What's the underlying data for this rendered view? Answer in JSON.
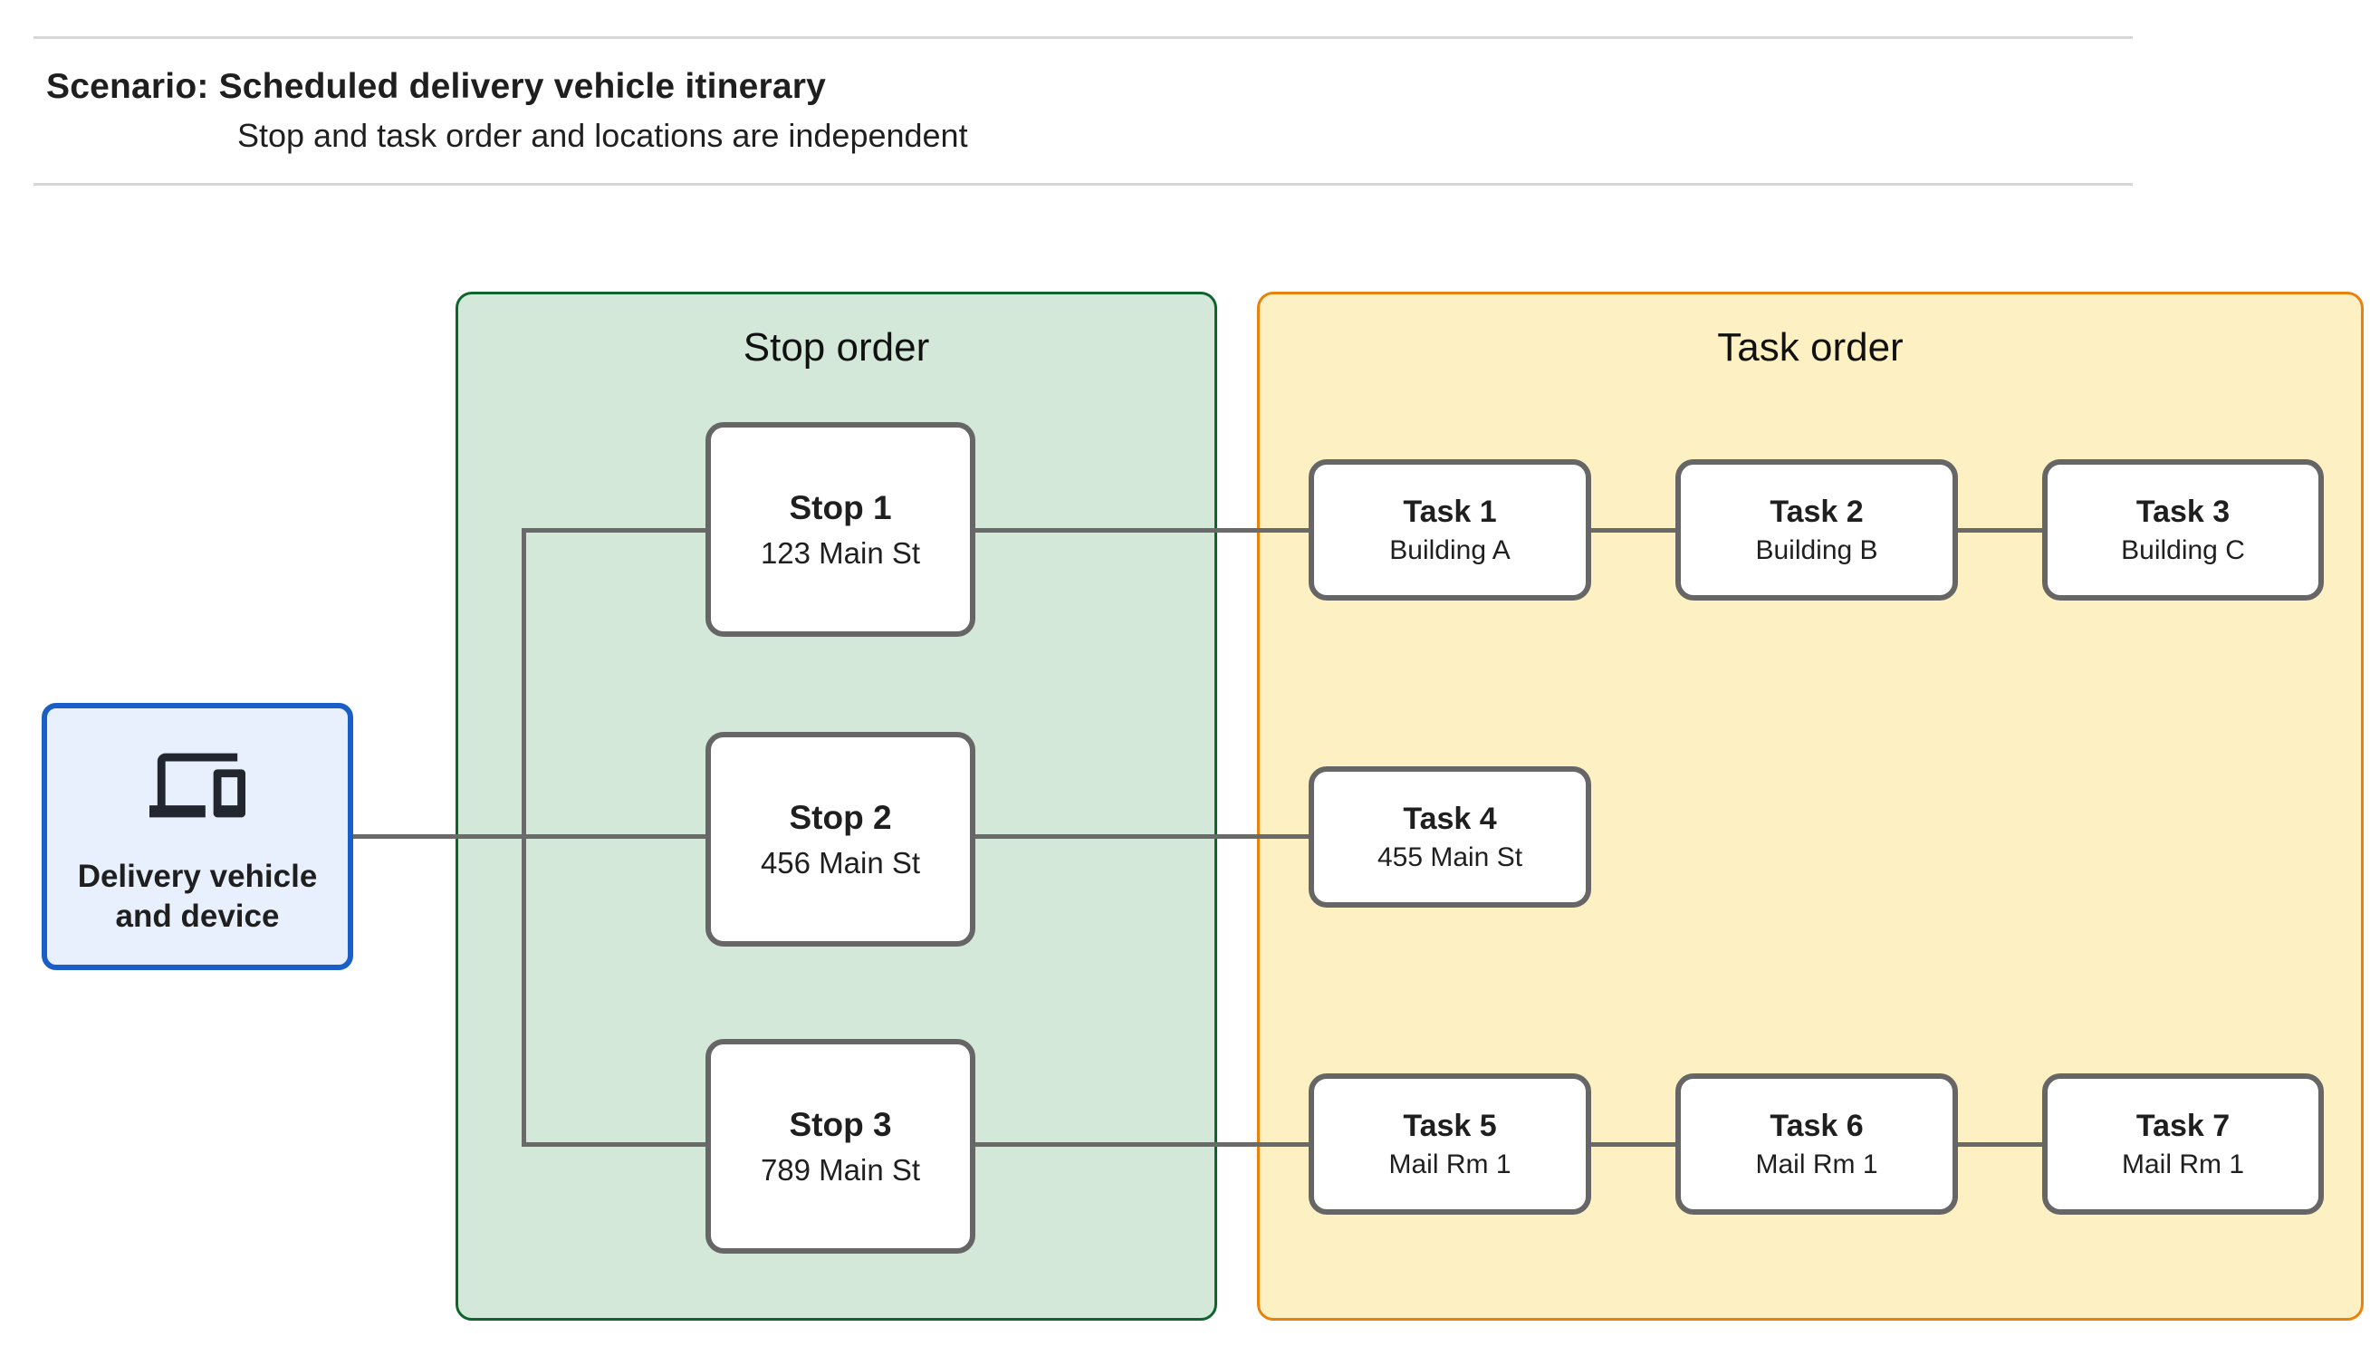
{
  "header": {
    "title": "Scenario: Scheduled delivery vehicle itinerary",
    "subtitle": "Stop and task order and locations are independent"
  },
  "source": {
    "label": "Delivery vehicle and device",
    "icon": "devices-icon",
    "fill": "#e8f0fe",
    "border": "#1a5fc8"
  },
  "panels": {
    "stop": {
      "title": "Stop order",
      "fill": "#d4e8da",
      "border": "#0d652d"
    },
    "task": {
      "title": "Task order",
      "fill": "#fdf0c3",
      "border": "#e8820d"
    }
  },
  "stops": [
    {
      "name": "Stop 1",
      "location": "123 Main St"
    },
    {
      "name": "Stop 2",
      "location": "456 Main St"
    },
    {
      "name": "Stop 3",
      "location": "789 Main St"
    }
  ],
  "tasks": [
    {
      "name": "Task 1",
      "location": "Building A"
    },
    {
      "name": "Task 2",
      "location": "Building B"
    },
    {
      "name": "Task 3",
      "location": "Building C"
    },
    {
      "name": "Task 4",
      "location": "455 Main St"
    },
    {
      "name": "Task 5",
      "location": "Mail Rm 1"
    },
    {
      "name": "Task 6",
      "location": "Mail Rm 1"
    },
    {
      "name": "Task 7",
      "location": "Mail Rm 1"
    }
  ],
  "connections": {
    "source_to": "Stop 2",
    "stop_branches": [
      "Stop 1",
      "Stop 2",
      "Stop 3"
    ],
    "stop_to_task": [
      [
        "Stop 1",
        "Task 1"
      ],
      [
        "Stop 2",
        "Task 4"
      ],
      [
        "Stop 3",
        "Task 5"
      ]
    ],
    "task_chains": [
      [
        "Task 1",
        "Task 2",
        "Task 3"
      ],
      [
        "Task 4"
      ],
      [
        "Task 5",
        "Task 6",
        "Task 7"
      ]
    ]
  },
  "colors": {
    "connector": "#6a6a6a",
    "node_border": "#666666",
    "text": "#1f1f1f",
    "rule": "#d6d6d6"
  }
}
